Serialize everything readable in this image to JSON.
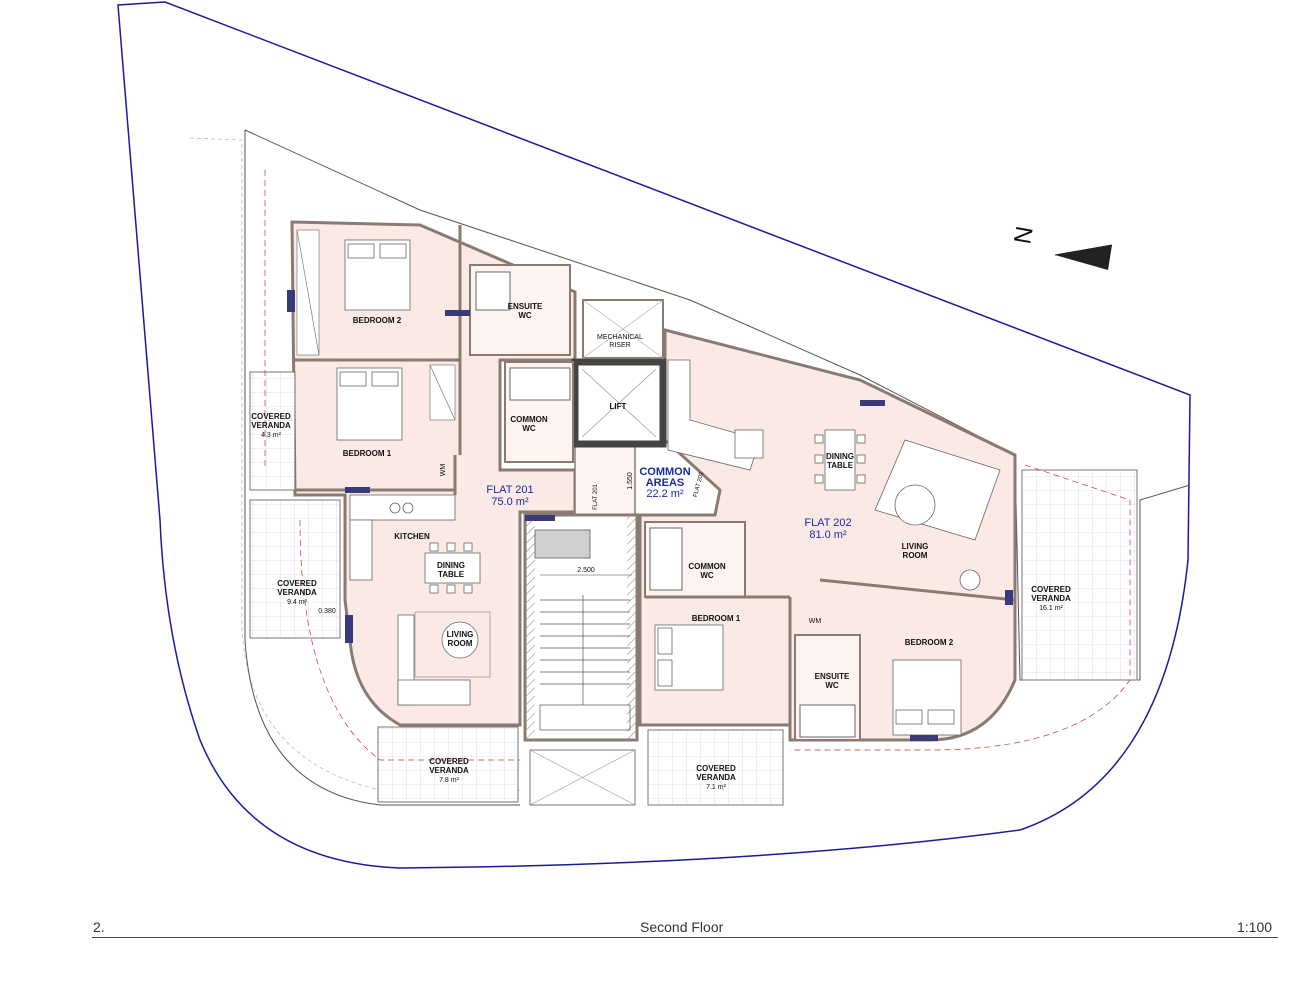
{
  "footer": {
    "number": "2.",
    "title": "Second Floor",
    "scale": "1:100"
  },
  "north_label": "N",
  "flats": [
    {
      "name": "FLAT 201",
      "area": "75.0 m²"
    },
    {
      "name": "FLAT 202",
      "area": "81.0 m²"
    }
  ],
  "common": {
    "name_line1": "COMMON",
    "name_line2": "AREAS",
    "area": "22.2 m²"
  },
  "rooms": {
    "bedroom2_a": "BEDROOM 2",
    "bedroom1_a": "BEDROOM 1",
    "kitchen": "KITCHEN",
    "dining_a_1": "DINING",
    "dining_a_2": "TABLE",
    "living_a_1": "LIVING",
    "living_a_2": "ROOM",
    "ensuite_a_1": "ENSUITE",
    "ensuite_a_2": "WC",
    "common_wc_a_1": "COMMON",
    "common_wc_a_2": "WC",
    "mech_1": "MECHANICAL",
    "mech_2": "RISER",
    "lift": "LIFT",
    "wm_a": "WM",
    "dining_b_1": "DINING",
    "dining_b_2": "TABLE",
    "living_b_1": "LIVING",
    "living_b_2": "ROOM",
    "common_wc_b_1": "COMMON",
    "common_wc_b_2": "WC",
    "bedroom1_b": "BEDROOM 1",
    "bedroom2_b": "BEDROOM 2",
    "ensuite_b_1": "ENSUITE",
    "ensuite_b_2": "WC",
    "wm_b": "WM"
  },
  "verandas": [
    {
      "line1": "COVERED",
      "line2": "VERANDA",
      "area": "4.3 m²"
    },
    {
      "line1": "COVERED",
      "line2": "VERANDA",
      "area": "9.4 m²"
    },
    {
      "line1": "COVERED",
      "line2": "VERANDA",
      "area": "7.8 m²"
    },
    {
      "line1": "COVERED",
      "line2": "VERANDA",
      "area": "7.1 m²"
    },
    {
      "line1": "COVERED",
      "line2": "VERANDA",
      "area": "16.1 m²"
    }
  ],
  "dimensions": {
    "stair_width": "2.500",
    "corridor": "1.550",
    "wall_gap": "0.380"
  },
  "door_tags": {
    "flat_201": "FLAT 201",
    "flat_202": "FLAT 202"
  },
  "colors": {
    "plot_boundary": "#1a1aa0",
    "room_fill": "#fbe9e6",
    "wall": "#8a7b72",
    "flat_label": "#1a2b9c",
    "window": "#3a3a7a"
  }
}
